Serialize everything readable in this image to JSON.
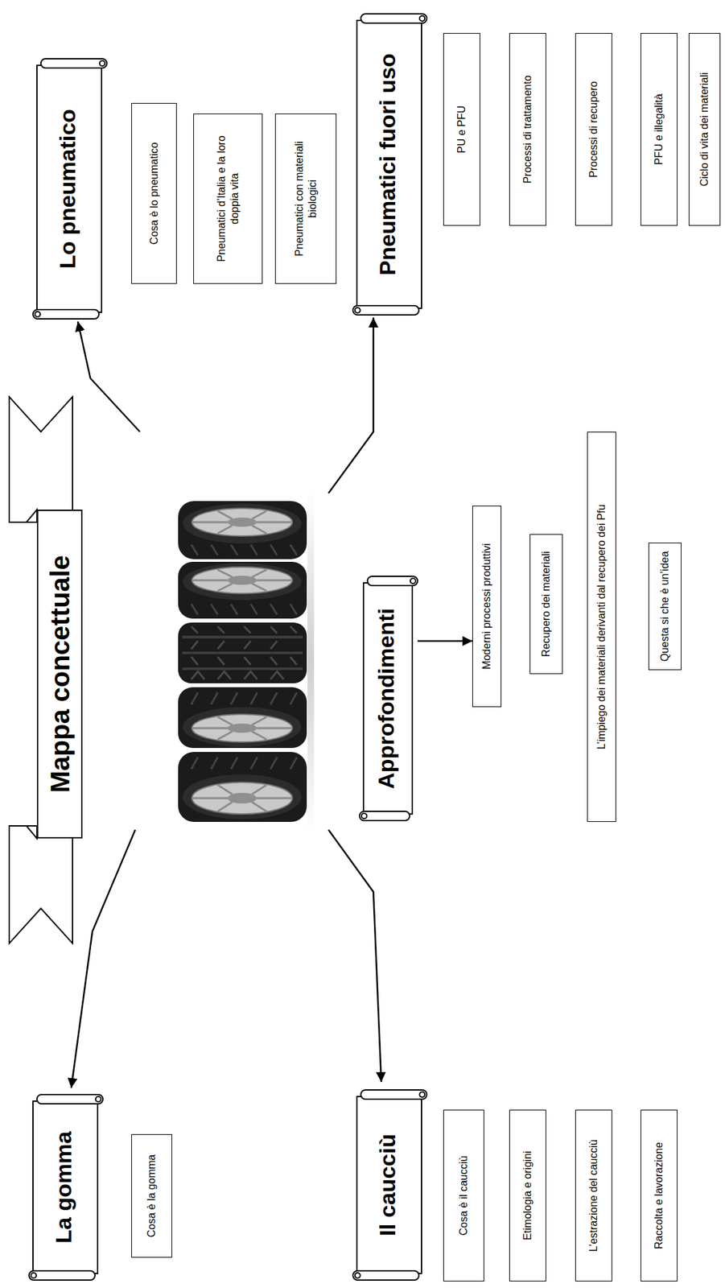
{
  "diagram": {
    "title": "Mappa concettuale",
    "nodes": [
      {
        "text": [
          "La gomma"
        ]
      },
      {
        "text": [
          "Cosa è la gomma"
        ]
      },
      {
        "text": [
          "Lo pneumatico"
        ]
      },
      {
        "text": [
          "Cosa è lo pneumatico"
        ]
      },
      {
        "text": [
          "Pneumatici d’Italia e la loro doppia vita"
        ]
      },
      {
        "text": [
          "Pneumatici con materiali biologici"
        ]
      },
      {
        "text": [
          "Il caucciù"
        ]
      },
      {
        "text": [
          "Cosa è il caucciù"
        ]
      },
      {
        "text": [
          "Etimologia e origini"
        ]
      },
      {
        "text": [
          "L’estrazione del caucciù"
        ]
      },
      {
        "text": [
          "Raccolta e lavorazione"
        ]
      },
      {
        "text": [
          "Approfondimenti"
        ]
      },
      {
        "text": [
          "Moderni processi produttivi"
        ]
      },
      {
        "text": [
          "Recupero dei materiali"
        ]
      },
      {
        "text": [
          "L’impiego dei materiali derivanti dal recupero dei Pfu"
        ]
      },
      {
        "text": [
          "Questa si che è un’idea"
        ]
      },
      {
        "text": [
          "Pneumatici fuori uso"
        ]
      },
      {
        "text": [
          "PU e PFU"
        ]
      },
      {
        "text": [
          "Processi di trattamento"
        ]
      },
      {
        "text": [
          "Processi di recupero"
        ]
      },
      {
        "text": [
          "PFU e illegalità"
        ]
      },
      {
        "text": [
          "Ciclo di vita dei materiali"
        ]
      }
    ],
    "edges": [
      {
        "from": 11,
        "to": 12,
        "arrow": "to"
      }
    ]
  }
}
